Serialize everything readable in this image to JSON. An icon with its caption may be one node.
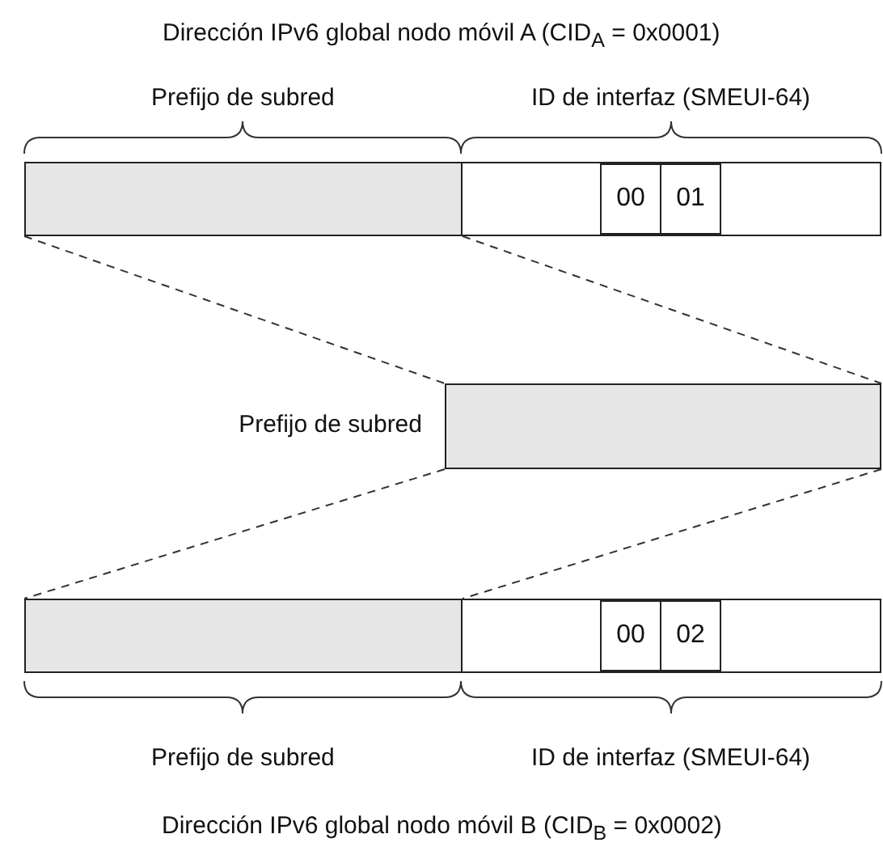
{
  "diagram": {
    "title": "Dirección IPv6 global nodo móvil A (CID$_{A}$ = 0x0001)",
    "caption": "Dirección IPv6 global nodo móvil B (CID$_{B}$ = 0x0002)",
    "nodes": [
      {
        "text": [],
        "shape": "box"
      },
      {
        "text": [],
        "shape": "box"
      },
      {
        "text": [
          "00"
        ],
        "in": 1
      },
      {
        "text": [
          "01"
        ],
        "in": 1
      },
      {
        "text": [],
        "shape": "box",
        "beside": [
          "Prefijo de subred"
        ]
      },
      {
        "text": [],
        "shape": "box"
      },
      {
        "text": [],
        "shape": "box"
      },
      {
        "text": [
          "00"
        ],
        "in": 6
      },
      {
        "text": [
          "02"
        ],
        "in": 6
      }
    ],
    "edges": [
      {
        "from": 0,
        "to": 4,
        "arrow": "none",
        "style": "dashed"
      },
      {
        "from": 0,
        "to": 4,
        "arrow": "none",
        "style": "dashed"
      },
      {
        "from": 4,
        "to": 5,
        "arrow": "none",
        "style": "dashed"
      },
      {
        "from": 4,
        "to": 5,
        "arrow": "none",
        "style": "dashed"
      }
    ],
    "labels": [
      "Prefijo de subred",
      "ID de interfaz (SMEUI-64)",
      "Prefijo de subred",
      "ID de interfaz (SMEUI-64)"
    ]
  }
}
